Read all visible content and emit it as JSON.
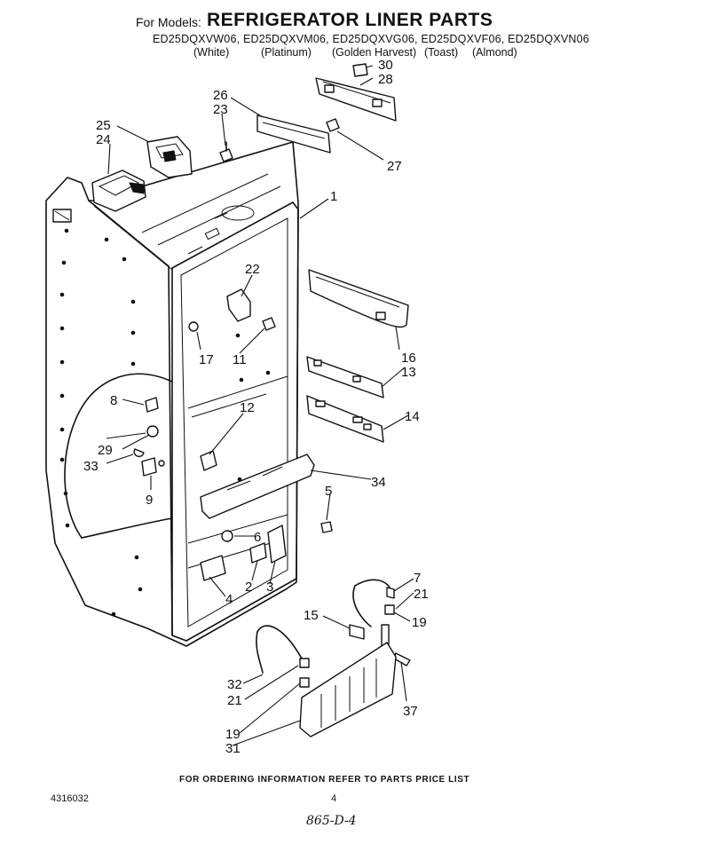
{
  "header": {
    "for_models_label": "For Models:",
    "title": "REFRIGERATOR LINER PARTS",
    "models_line": "ED25DQXVW06, ED25DQXVM06, ED25DQXVG06, ED25DQXVF06, ED25DQXVN06",
    "colors": [
      "(White)",
      "(Platinum)",
      "(Golden Harvest)",
      "(Toast)",
      "(Almond)"
    ]
  },
  "callouts": {
    "c1": "1",
    "c2": "2",
    "c3": "3",
    "c4": "4",
    "c5": "5",
    "c6": "6",
    "c7": "7",
    "c8": "8",
    "c9": "9",
    "c11": "11",
    "c12": "12",
    "c13": "13",
    "c14": "14",
    "c15": "15",
    "c16": "16",
    "c17": "17",
    "c19a": "19",
    "c19b": "19",
    "c21a": "21",
    "c21b": "21",
    "c22": "22",
    "c23": "23",
    "c24": "24",
    "c25": "25",
    "c26": "26",
    "c27": "27",
    "c28": "28",
    "c29": "29",
    "c30": "30",
    "c31": "31",
    "c32": "32",
    "c33": "33",
    "c34": "34",
    "c37": "37"
  },
  "footer": {
    "ordering_info": "FOR ORDERING INFORMATION REFER TO PARTS PRICE LIST",
    "doc_number": "4316032",
    "page_number": "4",
    "handwritten_note": "865-D-4"
  }
}
